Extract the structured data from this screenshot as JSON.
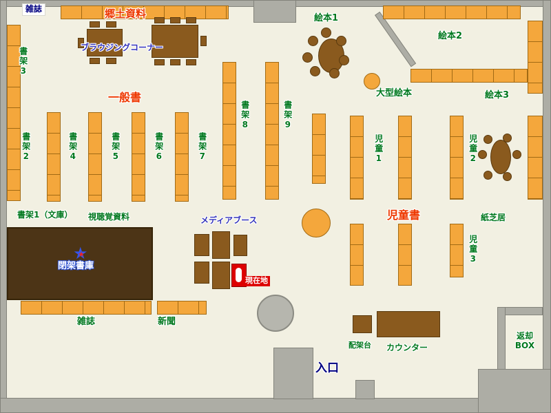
{
  "labels": {
    "magazines_top": "雑誌",
    "local_materials": "郷土資料",
    "browsing_corner": "ブラウジングコーナー",
    "general_books": "一般書",
    "ehon1": "絵本1",
    "ehon2": "絵本2",
    "ehon3": "絵本3",
    "large_ehon": "大型絵本",
    "shoka1": "書架1（文庫）",
    "shoka2": "書架2",
    "shoka3": "書架3",
    "shoka4": "書架4",
    "shoka5": "書架5",
    "shoka6": "書架6",
    "shoka7": "書架7",
    "shoka8": "書架8",
    "shoka9": "書架9",
    "audiovisual": "視聴覚資料",
    "closed_stacks": "閉架書庫",
    "media_booth": "メディアブース",
    "current_location": "現在地",
    "jido1": "児童1",
    "jido2": "児童2",
    "jido3": "児童3",
    "children_books": "児童書",
    "kamishibai": "紙芝居",
    "magazines_bottom": "雑誌",
    "newspaper": "新聞",
    "haikadai": "配架台",
    "counter": "カウンター",
    "return_box_line1": "返却",
    "return_box_line2": "BOX",
    "entrance": "入口"
  },
  "icons": {
    "star": "★"
  },
  "colors": {
    "floor": "#f2f0e2",
    "wall": "#adada5",
    "shelf": "#f4a73c",
    "shelf_border": "#a16a14",
    "table": "#8a5a1e",
    "closed_stacks_bg": "#4c3416",
    "label_green": "#00781e",
    "label_red": "#ee3800",
    "label_blue": "#3333bb",
    "label_navy": "#000080",
    "current_red": "#dd0000"
  }
}
